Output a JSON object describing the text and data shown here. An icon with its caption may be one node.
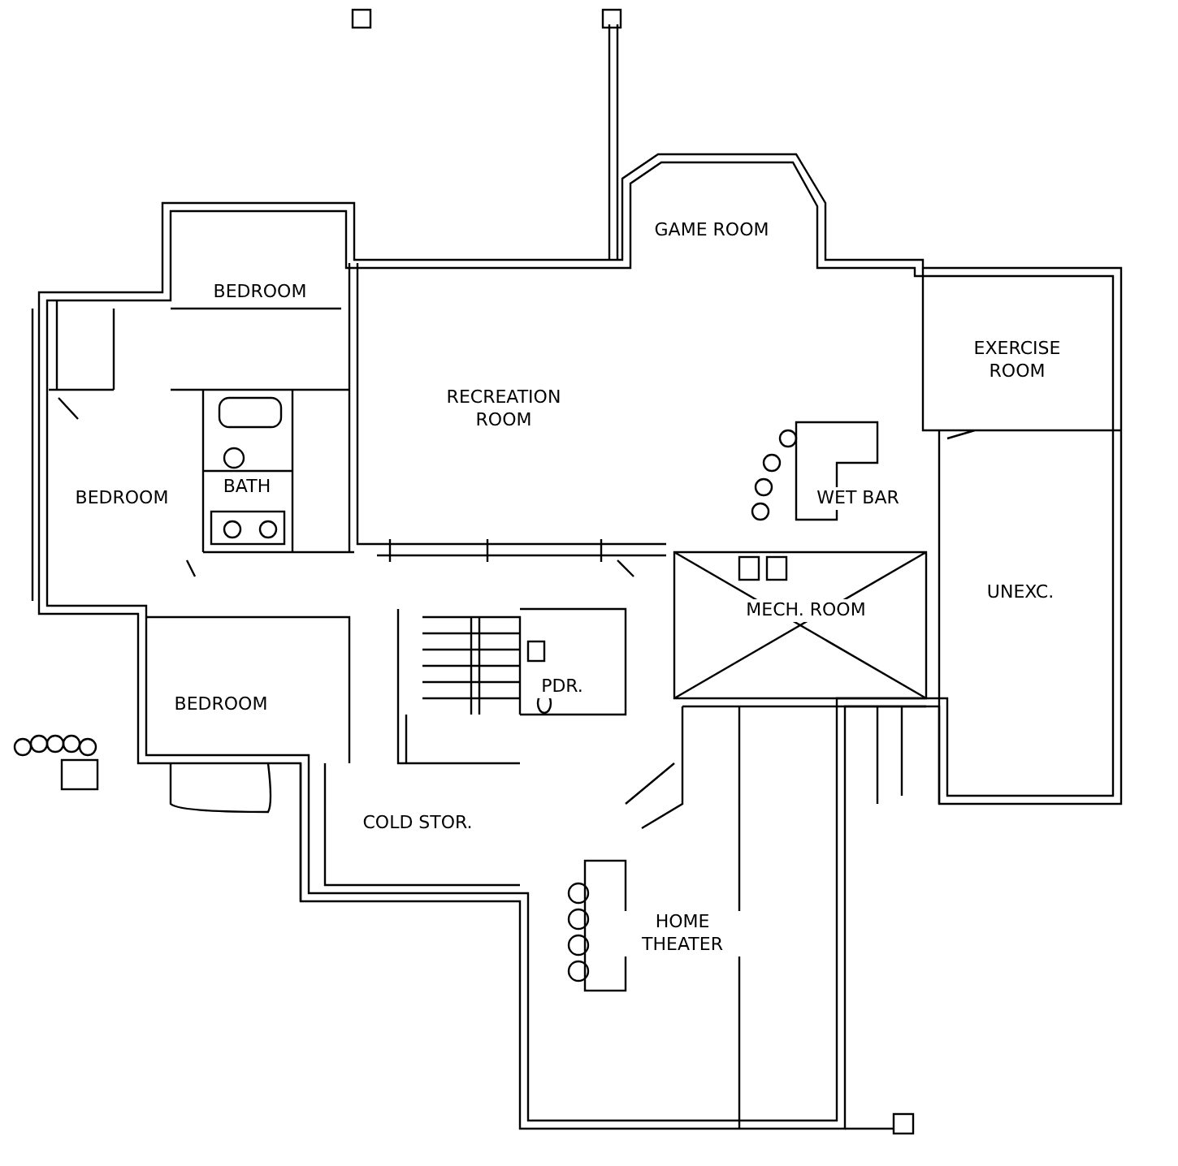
{
  "diagram": {
    "labels": [
      "BEDROOM",
      "GAME ROOM",
      "EXERCISE ROOM",
      "RECREATION ROOM",
      "BEDROOM",
      "BATH",
      "WET BAR",
      "MECH. ROOM",
      "UNEXC.",
      "BEDROOM",
      "PDR.",
      "COLD STOR.",
      "HOME THEATER"
    ]
  }
}
